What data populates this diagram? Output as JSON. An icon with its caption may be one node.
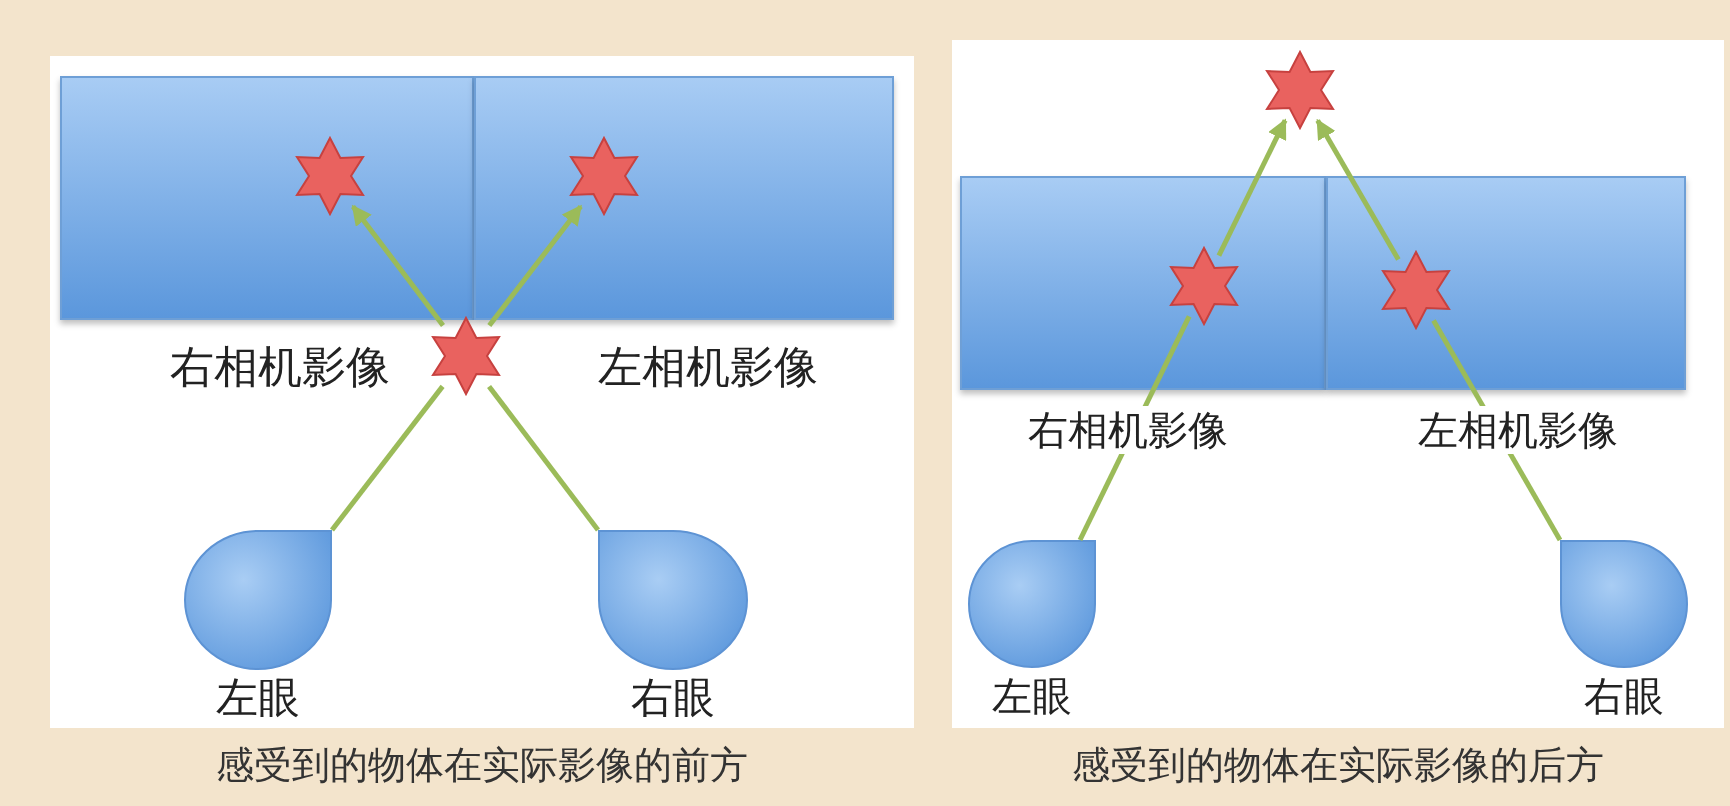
{
  "diagram": {
    "nodes": [
      {
        "text": [
          "右相机影像"
        ]
      },
      {
        "text": [
          "左相机影像"
        ]
      },
      {
        "text": [],
        "shape": "star",
        "in": 0
      },
      {
        "text": [],
        "shape": "star",
        "in": 1
      },
      {
        "text": [],
        "shape": "star"
      },
      {
        "text": [
          "左眼"
        ]
      },
      {
        "text": [
          "右眼"
        ]
      },
      {
        "text": [],
        "shape": "star"
      },
      {
        "text": [
          "右相机影像"
        ]
      },
      {
        "text": [
          "左相机影像"
        ]
      },
      {
        "text": [],
        "shape": "star",
        "in": 8
      },
      {
        "text": [],
        "shape": "star",
        "in": 9
      },
      {
        "text": [
          "左眼"
        ]
      },
      {
        "text": [
          "右眼"
        ]
      }
    ],
    "edges": [
      {
        "from": 5,
        "to": 4,
        "arrow": "none"
      },
      {
        "from": 4,
        "to": 3,
        "arrow": "to"
      },
      {
        "from": 6,
        "to": 4,
        "arrow": "none"
      },
      {
        "from": 4,
        "to": 2,
        "arrow": "to"
      },
      {
        "from": 12,
        "to": 10,
        "arrow": "none"
      },
      {
        "from": 10,
        "to": 7,
        "arrow": "to"
      },
      {
        "from": 13,
        "to": 11,
        "arrow": "none"
      },
      {
        "from": 11,
        "to": 7,
        "arrow": "to"
      }
    ],
    "labels": [
      "感受到的物体在实际影像的前方",
      "感受到的物体在实际影像的后方"
    ]
  }
}
